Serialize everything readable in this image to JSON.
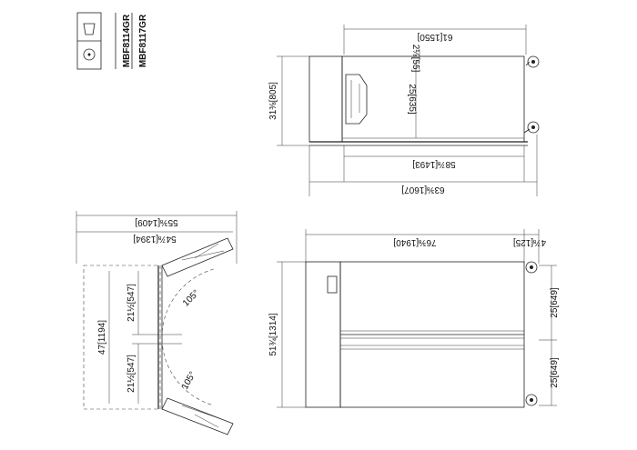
{
  "title_block": {
    "models": [
      "MBF8114GR",
      "MBF8117GR"
    ]
  },
  "top_view": {
    "overall_depth": "63⅜[1607]",
    "base_depth": "58⅞[1493]",
    "top_depth": "61[1550]",
    "side_height": "31⅜[805]",
    "inner_height": "25[635]",
    "top_offset": "2⅛[55]"
  },
  "plan_view": {
    "overall_width": "55⅜[1409]",
    "inner_width": "54⅞[1394]",
    "door_height": "47[1194]",
    "door_upper": "21½[547]",
    "door_lower": "21½[547]",
    "swing_upper": "105°",
    "swing_lower": "105°"
  },
  "front_view": {
    "overall_length": "76⅜[1940]",
    "end_offset": "4⅞[125]",
    "height": "51¾[1314]",
    "upper_section": "25[649]",
    "lower_section": "25[649]"
  }
}
